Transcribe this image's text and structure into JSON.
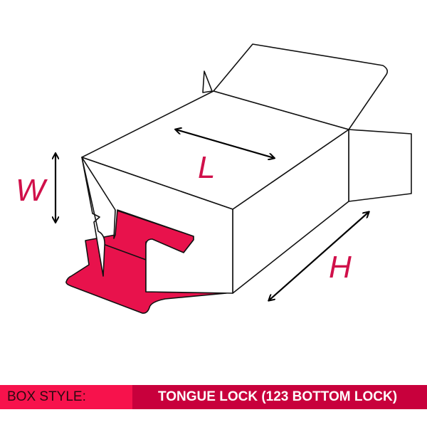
{
  "diagram": {
    "labels": {
      "width": "W",
      "length": "L",
      "height": "H"
    },
    "accent_color": "#e8124c"
  },
  "banner": {
    "label": "BOX STYLE:",
    "value": "TONGUE LOCK (123 BOTTOM LOCK)"
  }
}
